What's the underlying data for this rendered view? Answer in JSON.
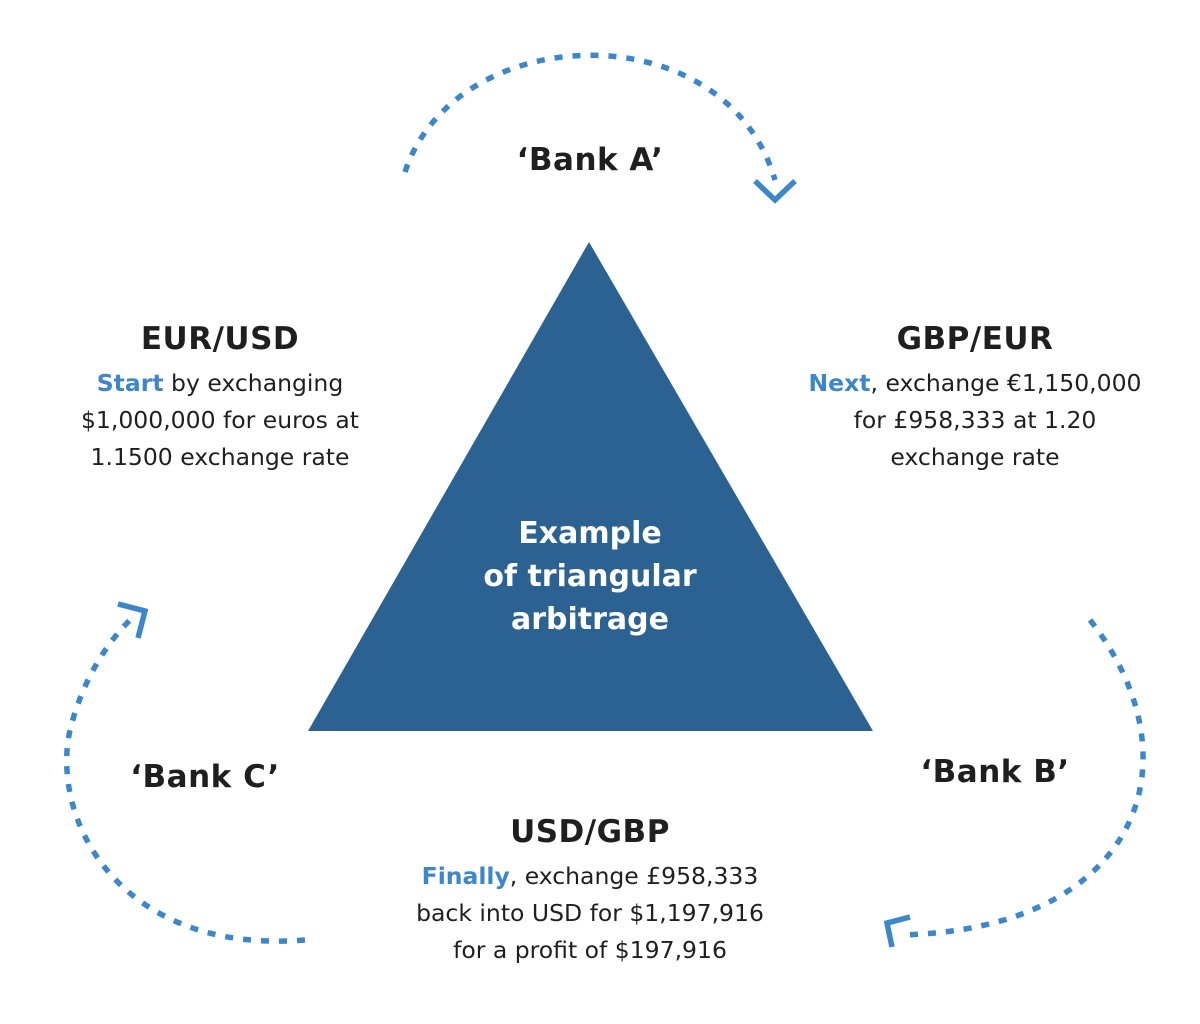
{
  "diagram": {
    "title_lines": [
      "Example",
      "of triangular",
      "arbitrage"
    ],
    "colors": {
      "triangle": "#2c6291",
      "arrow": "#3d86c9",
      "highlight": "#3d86c9",
      "text": "#1f1f1f"
    },
    "banks": {
      "a": "‘Bank A’",
      "b": "‘Bank B’",
      "c": "‘Bank C’"
    },
    "steps": {
      "eur_usd": {
        "pair": "EUR/USD",
        "highlight": "Start",
        "line1_rest": " by exchanging",
        "line2": "$1,000,000 for euros at",
        "line3": "1.1500 exchange rate"
      },
      "gbp_eur": {
        "pair": "GBP/EUR",
        "highlight": "Next",
        "line1_rest": ", exchange €1,150,000",
        "line2": "for £958,333 at 1.20",
        "line3": "exchange rate"
      },
      "usd_gbp": {
        "pair": "USD/GBP",
        "highlight": "Finally",
        "line1_rest": ", exchange £958,333",
        "line2": "back into USD for $1,197,916",
        "line3": "for a profit of $197,916"
      }
    }
  }
}
